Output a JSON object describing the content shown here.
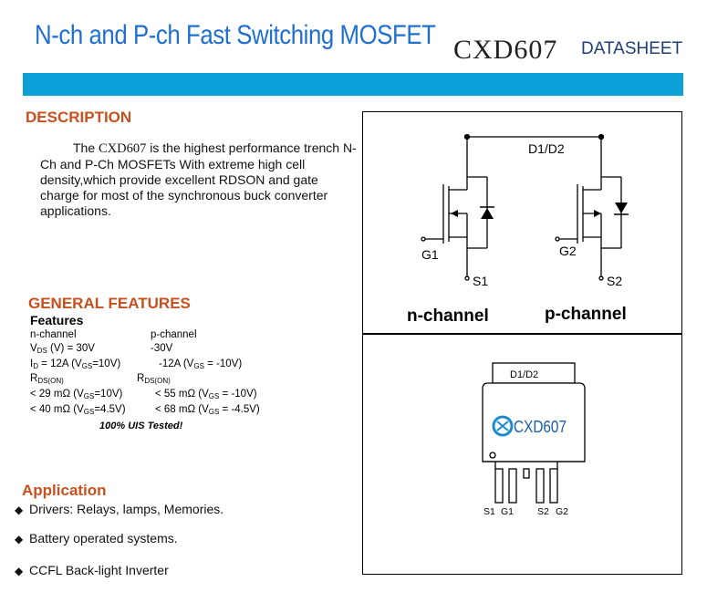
{
  "header": {
    "title": "N-ch and P-ch Fast Switching MOSFET",
    "part_no": "CXD607",
    "doc_type": "DATASHEET"
  },
  "description": {
    "heading": "DESCRIPTION",
    "lead": "The",
    "part": "CXD607",
    "text": "is the highest performance trench N-Ch and P-Ch MOSFETs With extreme high cell density,which provide excellent RDSON and gate charge for most of the synchronous buck converter applications."
  },
  "features": {
    "heading": "GENERAL FEATURES",
    "subheading": "Features",
    "n_label": "n-channel",
    "p_label": "p-channel",
    "vds_n": "V",
    "vds_n_sub": "DS",
    "vds_n_val": " (V) = 30V",
    "vds_p": "-30V",
    "id_n_pre": "I",
    "id_n_sub": "D",
    "id_n_val": " = 12A  (V",
    "id_n_gs": "GS",
    "id_n_end": "=10V)",
    "id_p_pre": "-12A  (V",
    "id_p_gs": "GS",
    "id_p_end": " = -10V)",
    "rds_n": "R",
    "rds_n_sub": "DS(ON)",
    "rds_p": "R",
    "rds_p_sub": "DS(ON)",
    "r1_n_pre": "< 29 mΩ  (V",
    "r1_n_gs": "GS",
    "r1_n_end": "=10V)",
    "r1_p_pre": "< 55 mΩ  (V",
    "r1_p_gs": "GS",
    "r1_p_end": " = -10V)",
    "r2_n_pre": "< 40 mΩ  (V",
    "r2_n_gs": "GS",
    "r2_n_end": "=4.5V)",
    "r2_p_pre": "< 68 mΩ  (V",
    "r2_p_gs": "GS",
    "r2_p_end": " = -4.5V)",
    "uis": "100% UIS Tested!"
  },
  "application": {
    "heading": "Application",
    "items": [
      "Drivers: Relays, lamps, Memories.",
      "Battery operated systems.",
      "CCFL Back-light Inverter"
    ]
  },
  "schematic": {
    "d_label": "D1/D2",
    "g1": "G1",
    "s1": "S1",
    "g2": "G2",
    "s2": "S2",
    "n_channel": "n-channel",
    "p_channel": "p-channel"
  },
  "package": {
    "d_label": "D1/D2",
    "logo_text": "CXD607",
    "pins": [
      "S1",
      "G1",
      "S2",
      "G2"
    ]
  }
}
